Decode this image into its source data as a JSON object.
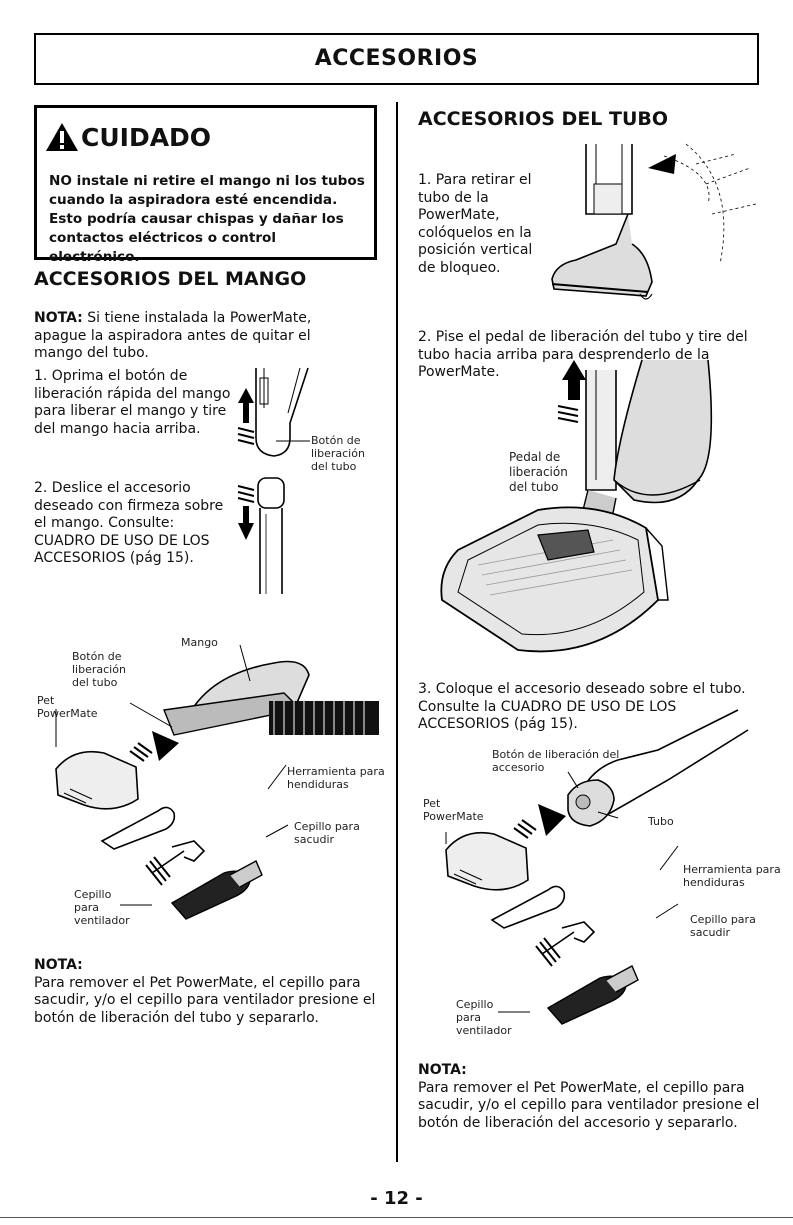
{
  "title": "ACCESORIOS",
  "caution": {
    "heading": "CUIDADO",
    "text": "NO instale ni retire el mango ni los tubos cuando la aspiradora esté encendida. Esto podría causar chispas y dañar los contactos eléctricos o control electrónico."
  },
  "handle": {
    "heading": "ACCESORIOS DEL MANGO",
    "note_label": "NOTA:",
    "note": "Si tiene instalada la PowerMate, apague la aspiradora antes de quitar el mango del tubo.",
    "step1": "1. Oprima el botón de liberación rápida del mango para liberar el mango y tire del mango hacia arriba.",
    "step2": "2. Deslice el accesorio deseado con firmeza sobre el mango. Consulte: CUADRO DE USO DE LOS ACCESORIOS (pág 15).",
    "label_release": "Botón de liberación del tubo",
    "fig_mango": "Mango",
    "fig_release": "Botón de liberación del tubo",
    "fig_pet": "Pet PowerMate",
    "fig_crevice": "Herramienta para hendiduras",
    "fig_dusting": "Cepillo para sacudir",
    "fig_vent": "Cepillo para ventilador",
    "note2_label": "NOTA:",
    "note2": "Para remover el Pet PowerMate, el cepillo para sacudir, y/o el cepillo para ventilador presione el botón de liberación del tubo y separarlo."
  },
  "wand": {
    "heading": "ACCESORIOS DEL TUBO",
    "step1": "1. Para retirar el tubo de la PowerMate, colóquelos en la posición vertical de bloqueo.",
    "step2": "2. Pise el pedal de liberación del tubo y tire del tubo hacia arriba para desprenderlo de la PowerMate.",
    "pedal_label": "Pedal de liberación del tubo",
    "step3": "3. Coloque el accesorio deseado sobre el tubo. Consulte la CUADRO DE USO DE LOS ACCESORIOS (pág 15).",
    "fig_release": "Botón de liberación del accesorio",
    "fig_pet": "Pet PowerMate",
    "fig_tube": "Tubo",
    "fig_crevice": "Herramienta para hendiduras",
    "fig_dusting": "Cepillo para sacudir",
    "fig_vent": "Cepillo para ventilador",
    "note_label": "NOTA:",
    "note": "Para remover el Pet PowerMate, el cepillo para sacudir, y/o el cepillo para ventilador presione el botón de liberación del accesorio y separarlo."
  },
  "page_number": "- 12 -"
}
